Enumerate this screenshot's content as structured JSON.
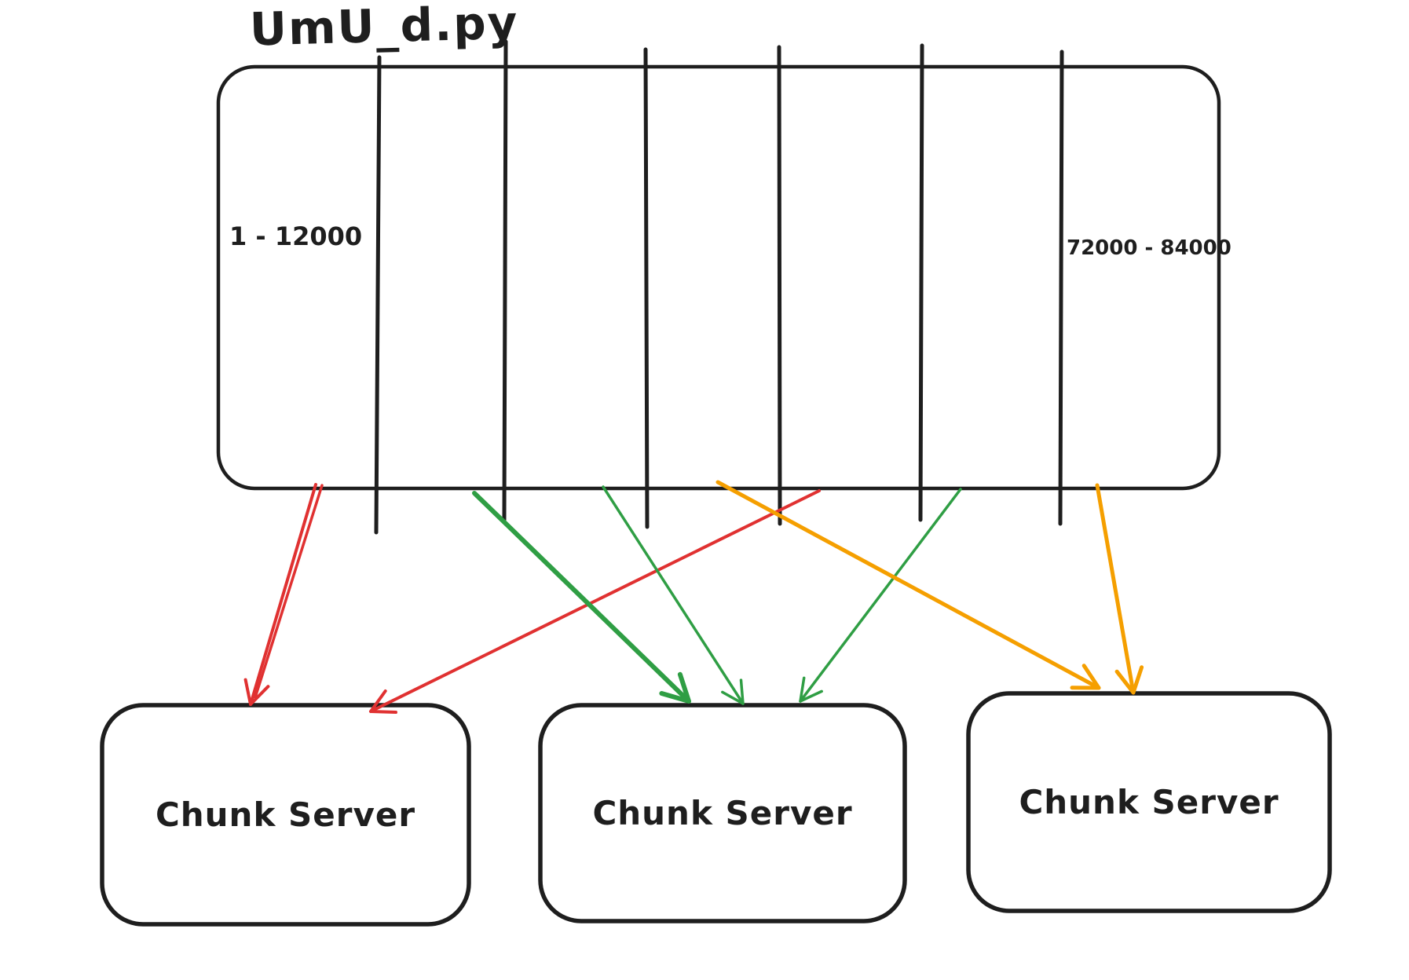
{
  "diagram": {
    "title": "UmU_d.py",
    "type": "file-chunking-diagram",
    "file_box": {
      "segment_count": 7,
      "segments": [
        {
          "index": 1,
          "label": "1 - 12000"
        },
        {
          "index": 2,
          "label": ""
        },
        {
          "index": 3,
          "label": ""
        },
        {
          "index": 4,
          "label": ""
        },
        {
          "index": 5,
          "label": ""
        },
        {
          "index": 6,
          "label": ""
        },
        {
          "index": 7,
          "label": "72000 - 84000"
        }
      ]
    },
    "servers": [
      {
        "index": 1,
        "label": "Chunk Server"
      },
      {
        "index": 2,
        "label": "Chunk Server"
      },
      {
        "index": 3,
        "label": "Chunk Server"
      }
    ],
    "arrows": [
      {
        "id": "red-1",
        "color_name": "red",
        "from_segment": 1,
        "to_server": 1
      },
      {
        "id": "red-2",
        "color_name": "red",
        "from_segment": 5,
        "to_server": 1
      },
      {
        "id": "green-1",
        "color_name": "green",
        "from_segment": 2,
        "to_server": 2
      },
      {
        "id": "green-2",
        "color_name": "green",
        "from_segment": 3,
        "to_server": 2
      },
      {
        "id": "green-3",
        "color_name": "green",
        "from_segment": 6,
        "to_server": 2
      },
      {
        "id": "orange-1",
        "color_name": "orange",
        "from_segment": 4,
        "to_server": 3
      },
      {
        "id": "orange-2",
        "color_name": "orange",
        "from_segment": 7,
        "to_server": 3
      }
    ],
    "colors": {
      "ink": "#1e1e1e",
      "red": "#e03131",
      "green": "#2f9e44",
      "orange": "#f59f00",
      "background": "#ffffff"
    }
  }
}
